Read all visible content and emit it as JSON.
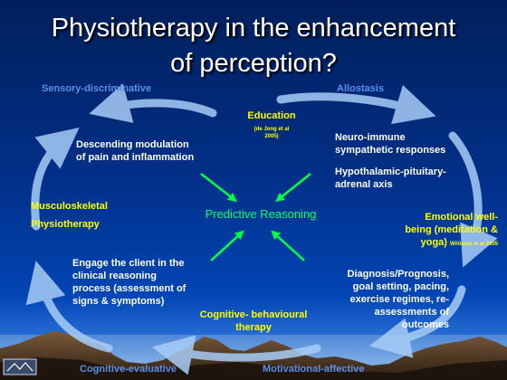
{
  "slide": {
    "title_line1": "Physiotherapy in the enhancement",
    "title_line2": "of perception?",
    "center": "Predictive Reasoning",
    "corners": {
      "top_left": "Sensory-discriminative",
      "top_right": "Allostasis",
      "bottom_left": "Cognitive-evaluative",
      "bottom_right": "Motivational-affective"
    },
    "education": {
      "label": "Education",
      "citation_line1": "(de Jong et al",
      "citation_line2": "2005)"
    },
    "descending": {
      "line1": "Descending modulation",
      "line2": "of pain and inflammation"
    },
    "neuro": {
      "line1": "Neuro-immune",
      "line2": "sympathetic responses"
    },
    "hpa": {
      "line1": "Hypothalamic-pituitary-",
      "line2": "adrenal axis"
    },
    "musculoskeletal": "Musculoskeletal",
    "physiotherapy": "Physiotherapy",
    "emotional": {
      "line1": "Emotional well-",
      "line2": "being (meditation &",
      "line3": "yoga)",
      "citation": "Williams et al 2005"
    },
    "engage": {
      "line1": "Engage the client in the",
      "line2": "clinical reasoning",
      "line3": "process (assessment of",
      "line4": "signs & symptoms)"
    },
    "cbt": {
      "line1": "Cognitive- behavioural",
      "line2": "therapy"
    },
    "diagnosis": {
      "line1": "Diagnosis/Prognosis,",
      "line2": "goal setting, pacing,",
      "line3": "exercise regimes, re-",
      "line4": "assessments of",
      "line5": "outcomes"
    }
  },
  "colors": {
    "background_top": "#021f5c",
    "background_bottom": "#6aa6e8",
    "title": "#ffffff",
    "heading_blue": "#5b8fe8",
    "highlight_yellow": "#ffff00",
    "center_green": "#00ff66",
    "arrow_light_blue": "#9fc8f5"
  },
  "icons": [
    "cycle-arrow-icon",
    "convergent-arrow-icon",
    "logo-icon"
  ]
}
